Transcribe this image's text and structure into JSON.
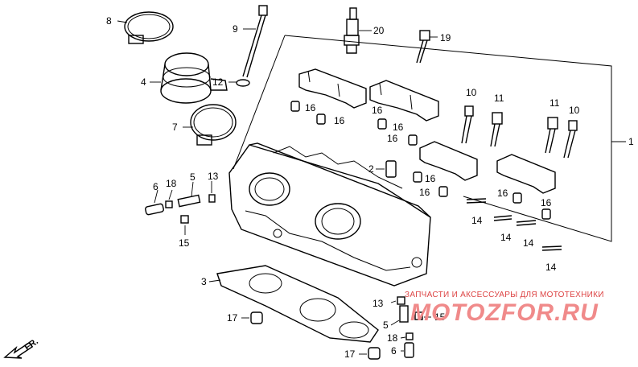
{
  "diagram": {
    "callouts": [
      {
        "id": "c8",
        "text": "8"
      },
      {
        "id": "c9",
        "text": "9"
      },
      {
        "id": "c20",
        "text": "20"
      },
      {
        "id": "c19",
        "text": "19"
      },
      {
        "id": "c4",
        "text": "4"
      },
      {
        "id": "c12",
        "text": "12"
      },
      {
        "id": "c7",
        "text": "7"
      },
      {
        "id": "c16a",
        "text": "16"
      },
      {
        "id": "c16b",
        "text": "16"
      },
      {
        "id": "c16c",
        "text": "16"
      },
      {
        "id": "c16d",
        "text": "16"
      },
      {
        "id": "c16e",
        "text": "16"
      },
      {
        "id": "c16f",
        "text": "16"
      },
      {
        "id": "c16g",
        "text": "16"
      },
      {
        "id": "c16h",
        "text": "16"
      },
      {
        "id": "c16i",
        "text": "16"
      },
      {
        "id": "c10a",
        "text": "10"
      },
      {
        "id": "c11a",
        "text": "11"
      },
      {
        "id": "c11b",
        "text": "11"
      },
      {
        "id": "c10b",
        "text": "10"
      },
      {
        "id": "c1",
        "text": "1"
      },
      {
        "id": "c2",
        "text": "2"
      },
      {
        "id": "c6a",
        "text": "6"
      },
      {
        "id": "c18a",
        "text": "18"
      },
      {
        "id": "c5a",
        "text": "5"
      },
      {
        "id": "c13a",
        "text": "13"
      },
      {
        "id": "c15a",
        "text": "15"
      },
      {
        "id": "c14a",
        "text": "14"
      },
      {
        "id": "c14b",
        "text": "14"
      },
      {
        "id": "c14c",
        "text": "14"
      },
      {
        "id": "c14d",
        "text": "14"
      },
      {
        "id": "c3",
        "text": "3"
      },
      {
        "id": "c13b",
        "text": "13"
      },
      {
        "id": "c5b",
        "text": "5"
      },
      {
        "id": "c15b",
        "text": "15"
      },
      {
        "id": "c17a",
        "text": "17"
      },
      {
        "id": "c18b",
        "text": "18"
      },
      {
        "id": "c6b",
        "text": "6"
      },
      {
        "id": "c17b",
        "text": "17"
      }
    ],
    "front_arrow_label": "FR."
  },
  "watermark": {
    "tagline": "ЗАПЧАСТИ И АКСЕССУАРЫ ДЛЯ МОТОТЕХНИКИ",
    "logo": "MOTOZFOR.RU"
  },
  "colors": {
    "line": "#000000",
    "watermark_text": "#dd4444",
    "watermark_logo": "#f08a8a"
  }
}
